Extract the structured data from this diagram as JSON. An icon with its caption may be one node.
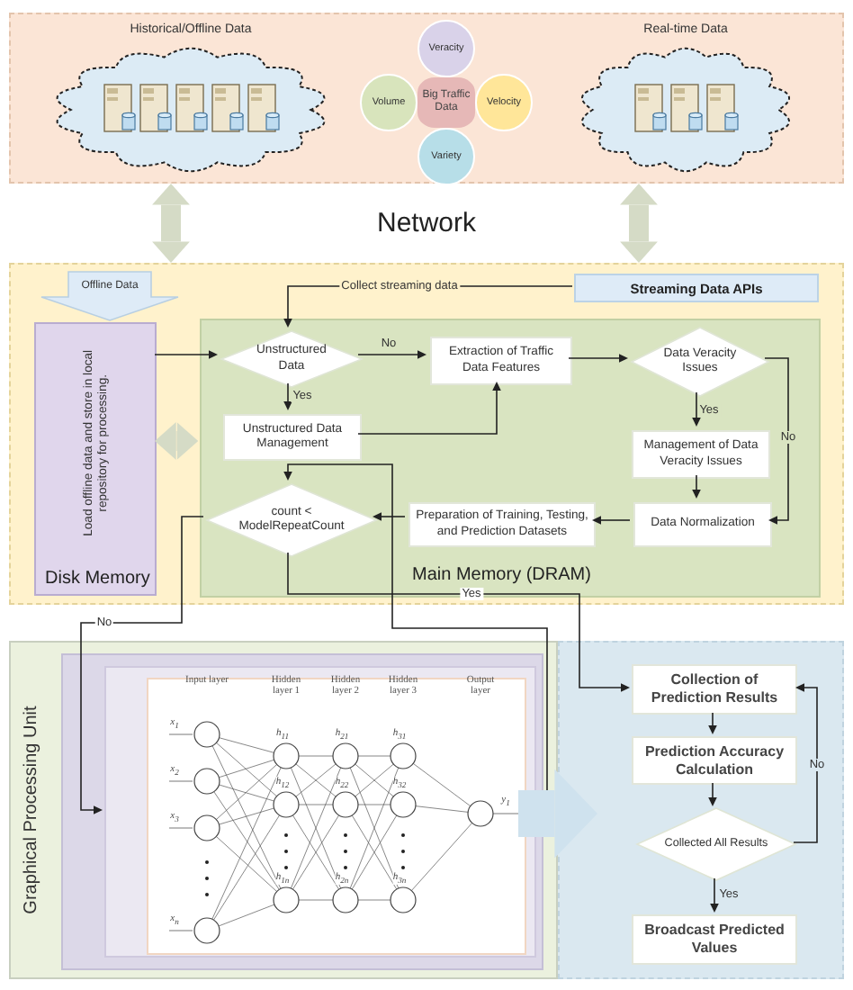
{
  "diagram": {
    "nodes": [
      {
        "text": [],
        "shape": "box"
      },
      {
        "text": [
          "Historical/Offline Data"
        ],
        "in": 0
      },
      {
        "text": [
          "Veracity"
        ],
        "in": 0
      },
      {
        "text": [
          "Volume"
        ],
        "in": 0
      },
      {
        "text": [
          "Big Traffic Data"
        ],
        "in": 0
      },
      {
        "text": [
          "Velocity"
        ],
        "in": 0
      },
      {
        "text": [
          "Variety"
        ],
        "in": 0
      },
      {
        "text": [
          "Real-time Data"
        ],
        "in": 0
      },
      {
        "text": [],
        "shape": "box"
      },
      {
        "text": [
          "Offline Data"
        ],
        "in": 8
      },
      {
        "text": [
          "Load offline data and store in local repository for processing.",
          "Disk Memory"
        ],
        "in": 8
      },
      {
        "text": [
          "Streaming Data APIs"
        ],
        "in": 8
      },
      {
        "text": [
          "Main Memory (DRAM)"
        ],
        "in": 8
      },
      {
        "text": [
          "Unstructured Data"
        ],
        "in": 12
      },
      {
        "text": [
          "Extraction of Traffic Data Features"
        ],
        "in": 12
      },
      {
        "text": [
          "Data Veracity Issues"
        ],
        "in": 12
      },
      {
        "text": [
          "Unstructured Data Management"
        ],
        "in": 12
      },
      {
        "text": [
          "Management of Data Veracity Issues"
        ],
        "in": 12
      },
      {
        "text": [
          "count < ModelRepeatCount"
        ],
        "in": 12
      },
      {
        "text": [
          "Preparation of Training, Testing, and Prediction Datasets"
        ],
        "in": 12
      },
      {
        "text": [
          "Data Normalization"
        ],
        "in": 12
      },
      {
        "text": [
          "Graphical Processing Unit"
        ]
      },
      {
        "text": [
          "Input layer",
          "Hidden layer 1",
          "Hidden layer 2",
          "Hidden layer 3",
          "Output layer"
        ],
        "in": 21
      },
      {
        "text": [],
        "shape": "box"
      },
      {
        "text": [
          "Collection of Prediction Results"
        ],
        "in": 23
      },
      {
        "text": [
          "Prediction Accuracy Calculation"
        ],
        "in": 23
      },
      {
        "text": [
          "Collected All Results"
        ],
        "in": 23
      },
      {
        "text": [
          "Broadcast Predicted Values"
        ],
        "in": 23
      }
    ],
    "edges": [
      {
        "from": 0,
        "to": 8,
        "arrow": "both",
        "style": "thick",
        "color": "#d5dbc6"
      },
      {
        "from": 0,
        "to": 8,
        "arrow": "both",
        "style": "thick",
        "color": "#d5dbc6"
      },
      {
        "from": 10,
        "to": 12,
        "arrow": "both",
        "style": "thick",
        "color": "#d5dbc6"
      },
      {
        "from": 10,
        "to": 13,
        "arrow": "to"
      },
      {
        "from": 11,
        "to": 13,
        "arrow": "to",
        "label": "Collect streaming data"
      },
      {
        "from": 13,
        "to": 14,
        "arrow": "to",
        "label": "No"
      },
      {
        "from": 13,
        "to": 16,
        "arrow": "to",
        "label": "Yes"
      },
      {
        "from": 16,
        "to": 14,
        "arrow": "to"
      },
      {
        "from": 14,
        "to": 15,
        "arrow": "to"
      },
      {
        "from": 15,
        "to": 17,
        "arrow": "to",
        "label": "Yes"
      },
      {
        "from": 15,
        "to": 20,
        "arrow": "to",
        "label": "No"
      },
      {
        "from": 17,
        "to": 20,
        "arrow": "to"
      },
      {
        "from": 20,
        "to": 19,
        "arrow": "to"
      },
      {
        "from": 19,
        "to": 18,
        "arrow": "to"
      },
      {
        "from": 18,
        "to": 22,
        "arrow": "to",
        "label": "No"
      },
      {
        "from": 18,
        "to": 24,
        "arrow": "to",
        "label": "Yes"
      },
      {
        "from": 22,
        "to": 18,
        "arrow": "to"
      },
      {
        "from": 22,
        "to": 23,
        "arrow": "to",
        "style": "thick",
        "color": "#cfe2ee"
      },
      {
        "from": 24,
        "to": 25,
        "arrow": "to"
      },
      {
        "from": 25,
        "to": 26,
        "arrow": "to"
      },
      {
        "from": 26,
        "to": 24,
        "arrow": "to",
        "label": "No"
      },
      {
        "from": 26,
        "to": 27,
        "arrow": "to",
        "label": "Yes"
      }
    ],
    "labels": [
      "Network",
      "x$_{1}$",
      "x$_{2}$",
      "x$_{3}$",
      "x$_{n}$",
      "h$_{11}$",
      "h$_{12}$",
      "h$_{1n}$",
      "h$_{21}$",
      "h$_{22}$",
      "h$_{2n}$",
      "h$_{31}$",
      "h$_{32}$",
      "h$_{3n}$",
      "y$_{1}$"
    ]
  }
}
